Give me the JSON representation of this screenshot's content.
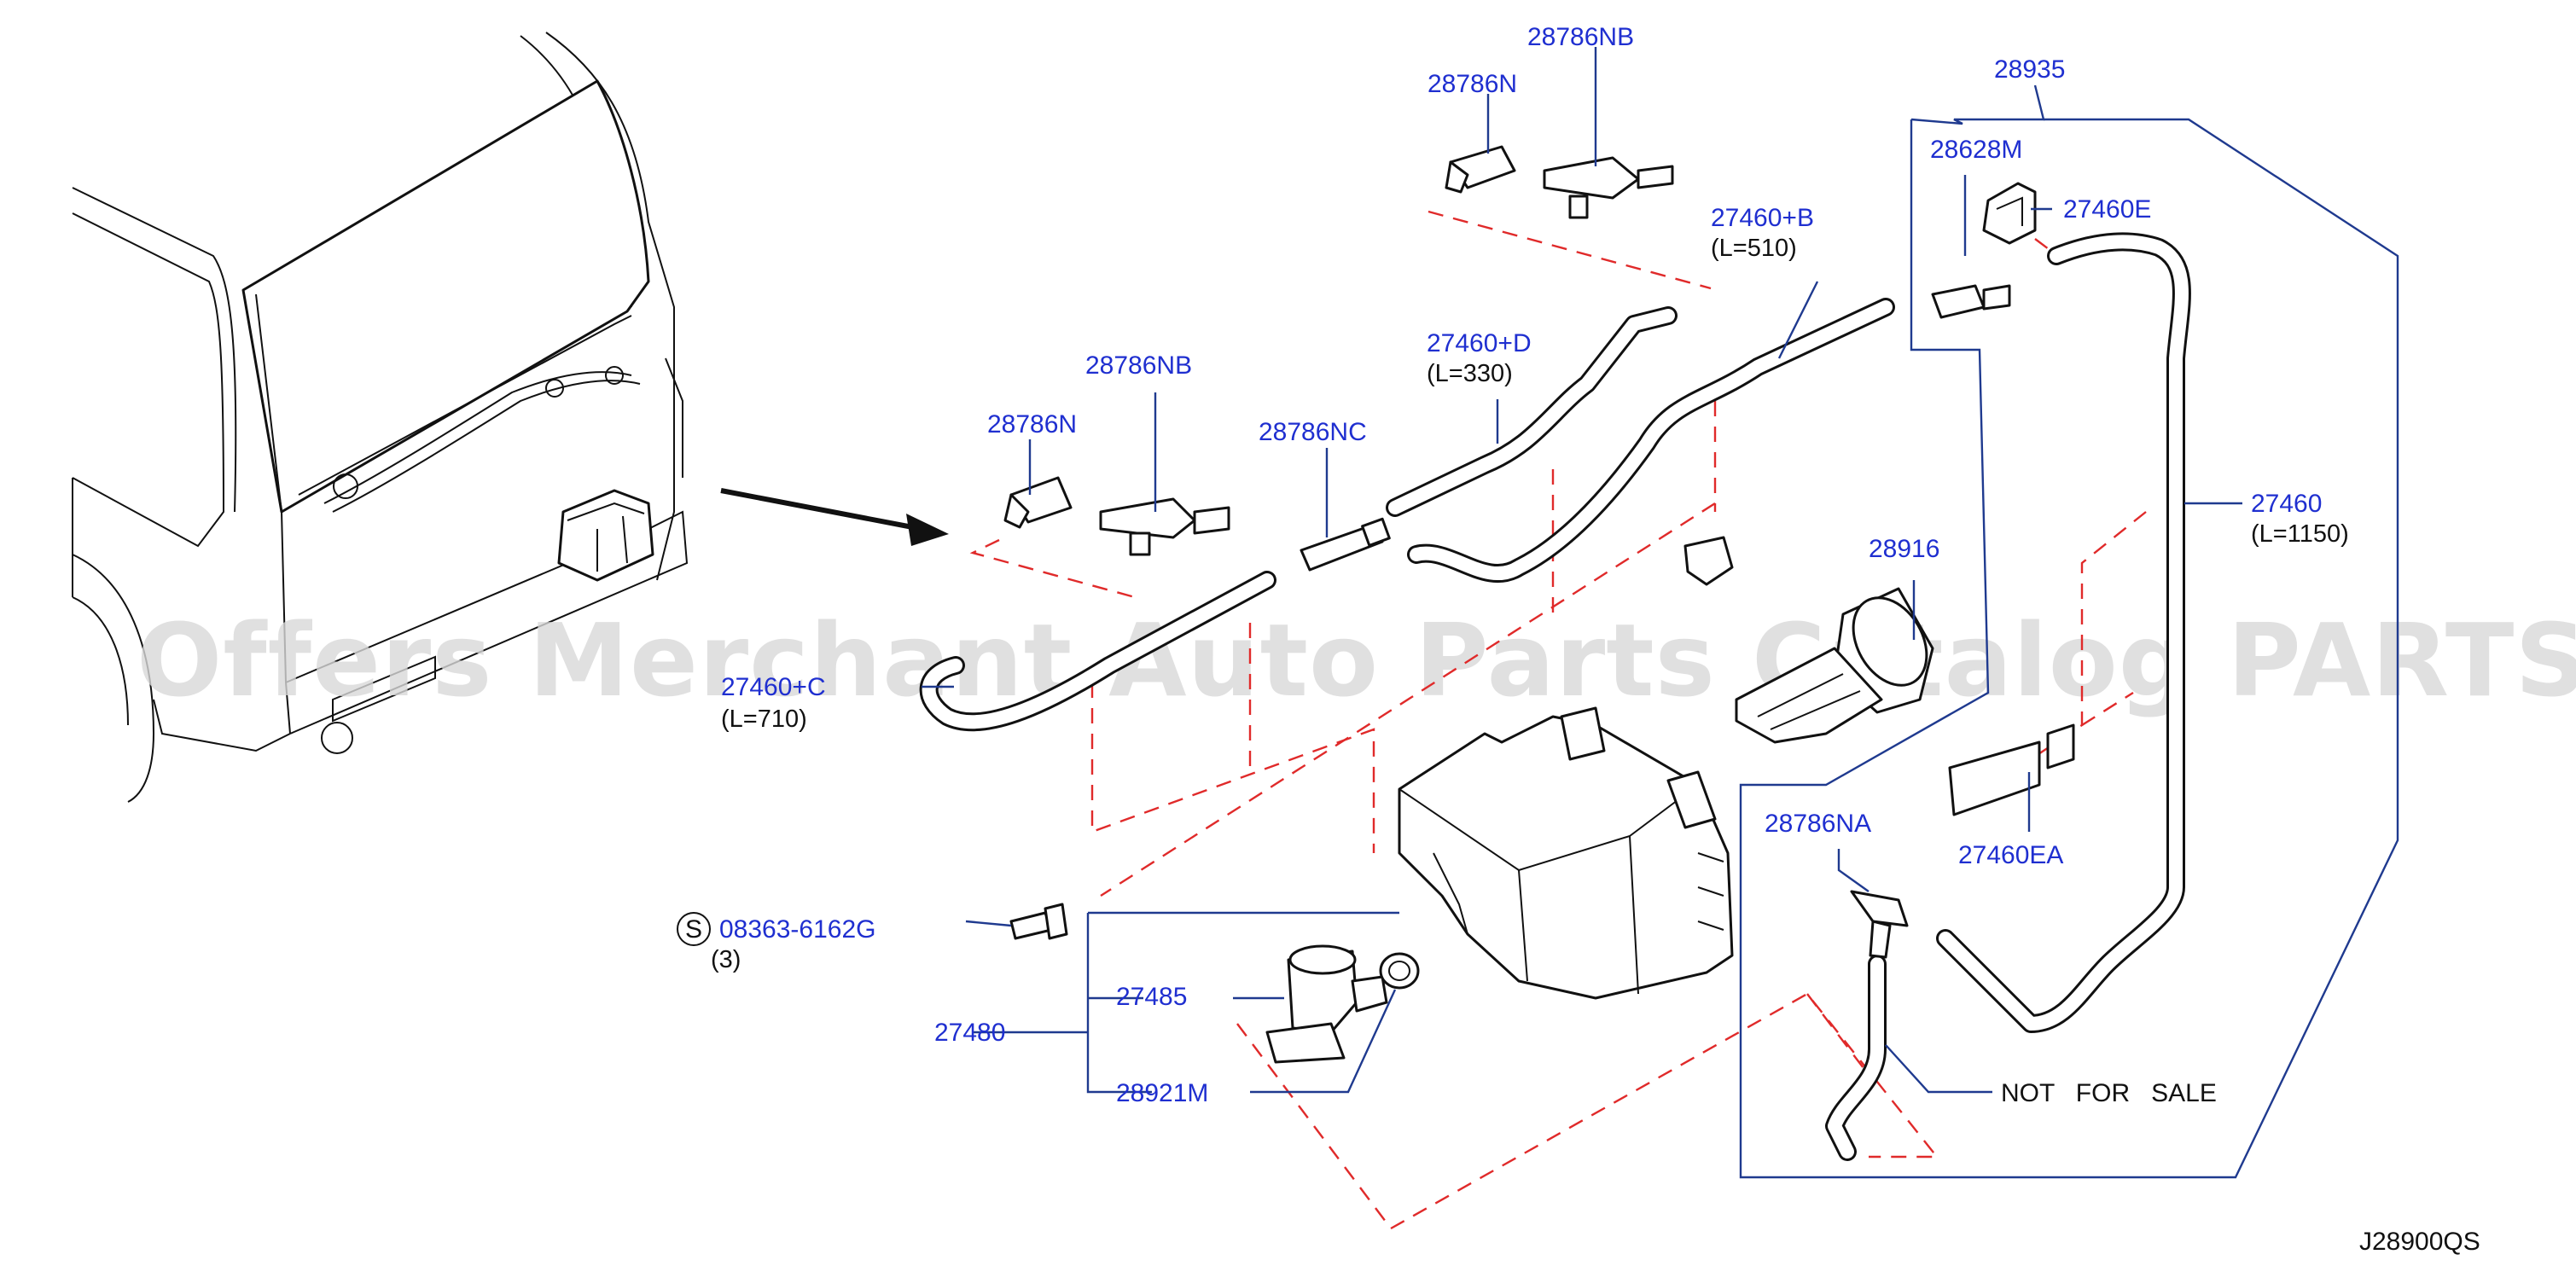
{
  "watermark": "Offers Merchant Auto Parts Catalog PARTSTORE.SA",
  "diagram_code": "J28900QS",
  "not_for_sale": "NOT   FOR   SALE",
  "labels": {
    "p28786nb_top": "28786NB",
    "p28786n_top": "28786N",
    "p28935": "28935",
    "p28628m": "28628M",
    "p27460e": "27460E",
    "p27460b": "27460+B",
    "p27460b_len": "(L=510)",
    "p27460d": "27460+D",
    "p27460d_len": "(L=330)",
    "p28786nb_mid": "28786NB",
    "p28786n_mid": "28786N",
    "p28786nc": "28786NC",
    "p27460": "27460",
    "p27460_len": "(L=1150)",
    "p28916": "28916",
    "p27460c": "27460+C",
    "p27460c_len": "(L=710)",
    "p27460ea": "27460EA",
    "p28786na": "28786NA",
    "p08363": "08363-6162G",
    "p08363_qty": "(3)",
    "p08363_symbol": "S",
    "p27485": "27485",
    "p27480": "27480",
    "p28921m": "28921M"
  },
  "colors": {
    "part_number": "#1f2fd0",
    "leader_line": "#1f3a8f",
    "dashed_guide": "#e02a2a",
    "watermark": "#d8d8d8"
  }
}
